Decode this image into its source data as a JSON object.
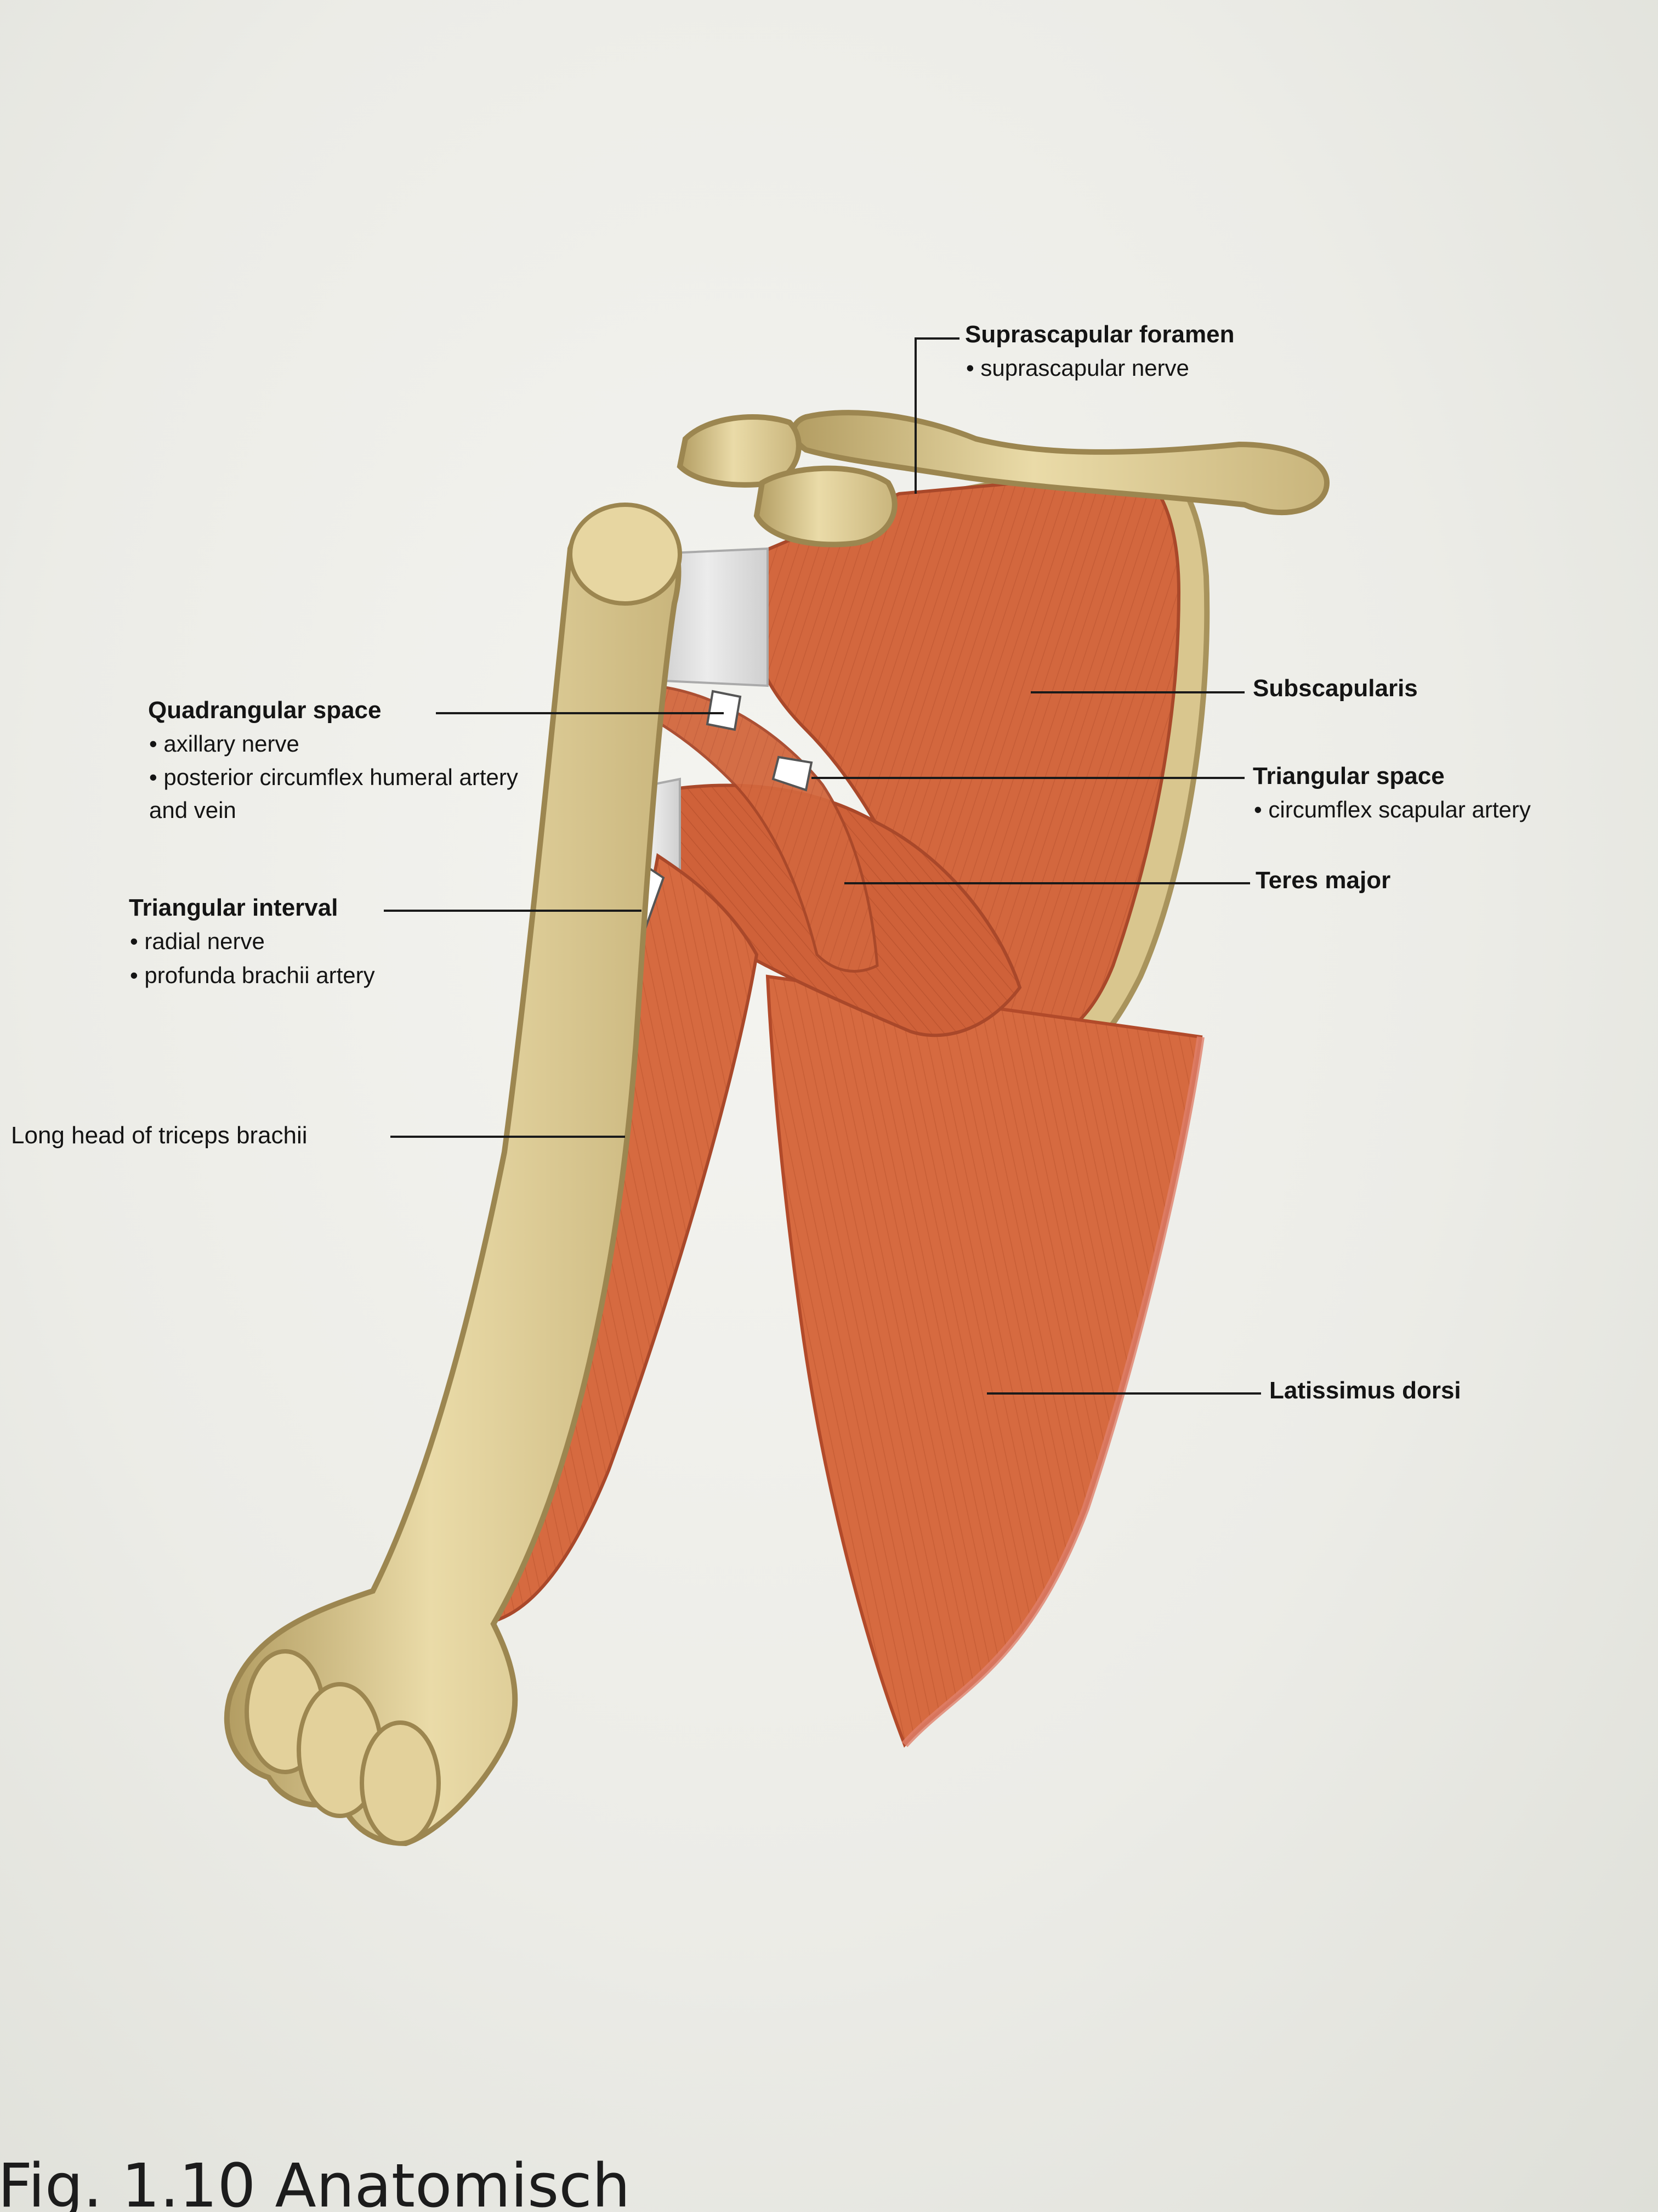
{
  "labels": {
    "suprascapular_foramen": {
      "title": "Suprascapular foramen",
      "items": [
        "suprascapular nerve"
      ]
    },
    "quadrangular_space": {
      "title": "Quadrangular space",
      "items": [
        "axillary nerve",
        "posterior circumflex humeral artery and vein"
      ]
    },
    "subscapularis": {
      "title": "Subscapularis"
    },
    "triangular_space": {
      "title": "Triangular space",
      "items": [
        "circumflex scapular artery"
      ]
    },
    "teres_major": {
      "title": "Teres major"
    },
    "triangular_interval": {
      "title": "Triangular interval",
      "items": [
        "radial nerve",
        "profunda brachii artery"
      ]
    },
    "long_head_triceps": {
      "title": "Long head of triceps brachii"
    },
    "latissimus_dorsi": {
      "title": "Latissimus dorsi"
    }
  },
  "caption": "Fig. 1.10 Anatomisch",
  "colors": {
    "bone": "#e1cf98",
    "bone_shadow": "#a8935c",
    "muscle": "#d4683f",
    "muscle_dark": "#b4502d",
    "tendon": "#d9d9d9",
    "page": "#efefea"
  }
}
